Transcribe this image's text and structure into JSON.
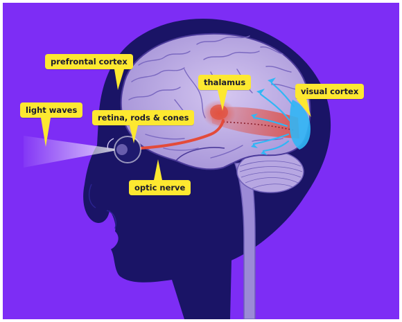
{
  "colors": {
    "background": "#7d2df5",
    "head_silhouette": "#1a1466",
    "brain": "#c5b6e6",
    "callout": "#fde830",
    "visual_pathway": "#e34b3a",
    "visual_cortex": "#31b6f5"
  },
  "labels": {
    "prefrontal": "prefrontal cortex",
    "thalamus": "thalamus",
    "visual_cortex": "visual cortex",
    "light_waves": "light waves",
    "retina": "retina, rods & cones",
    "optic_nerve": "optic nerve"
  }
}
